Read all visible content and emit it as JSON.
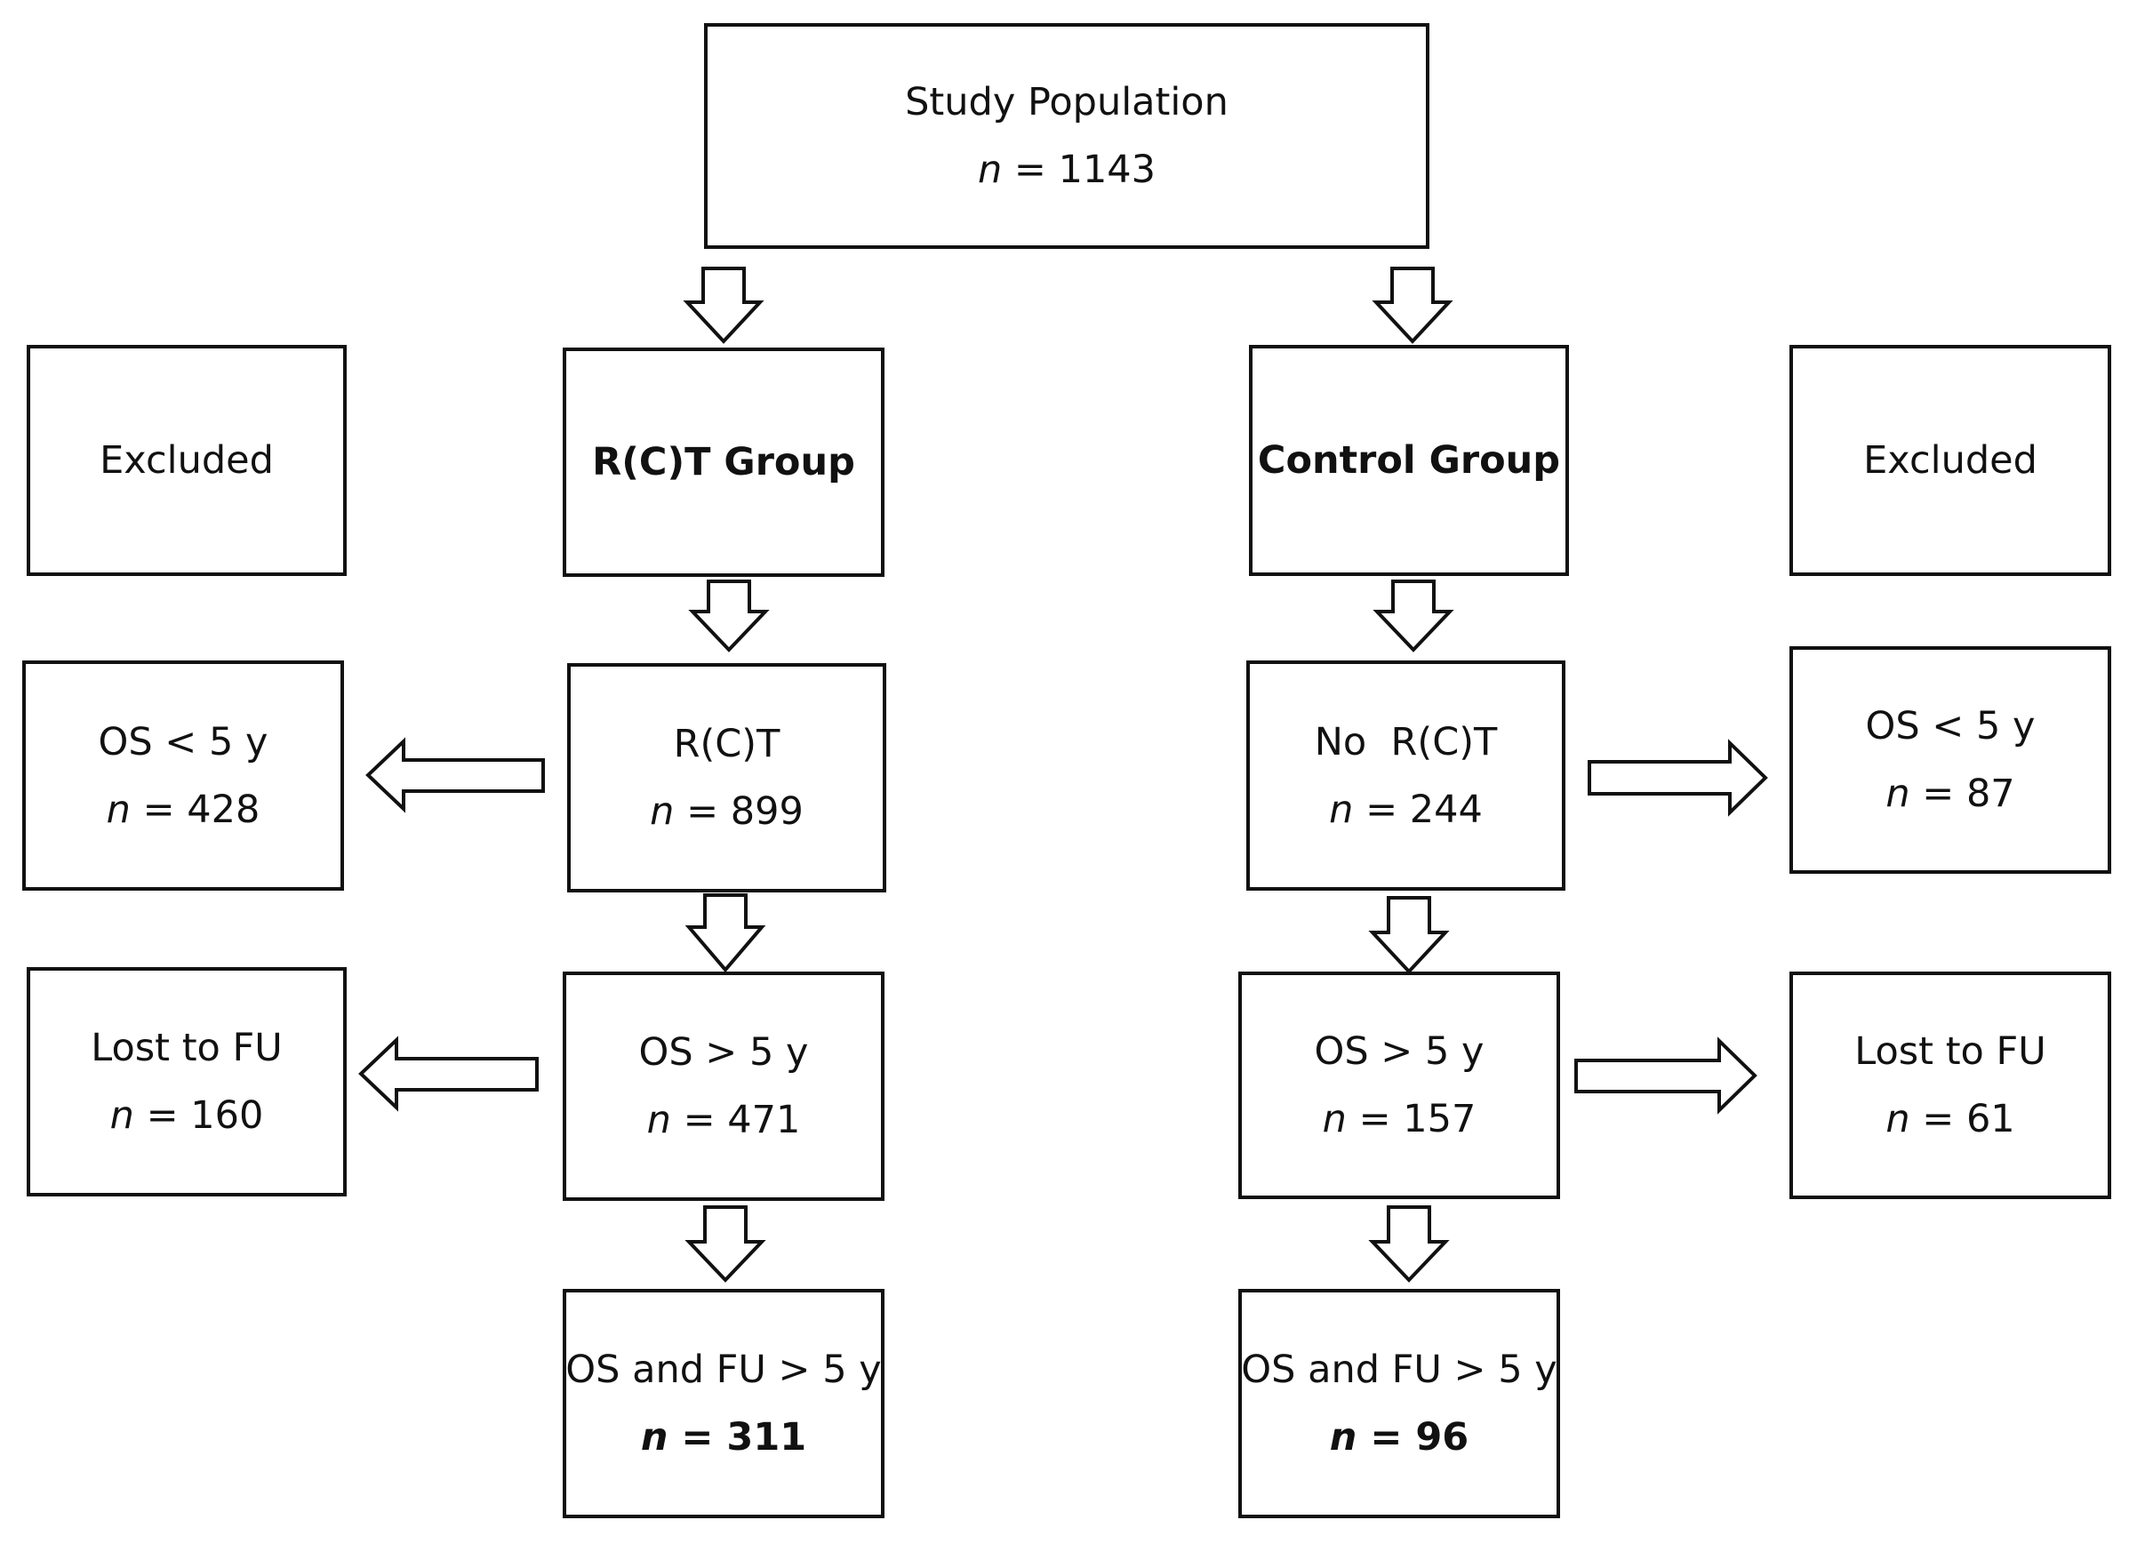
{
  "diagram": {
    "study_population": {
      "title": "Study Population",
      "n_var": "n",
      "n_text": " = 1143"
    },
    "rct_group": {
      "title": "R(C)T Group"
    },
    "control_group": {
      "title": "Control Group"
    },
    "excluded_left": {
      "title": "Excluded"
    },
    "excluded_right": {
      "title": "Excluded"
    },
    "rct": {
      "title": "R(C)T",
      "n_var": "n",
      "n_text": " = 899"
    },
    "no_rct": {
      "title": "No  R(C)T",
      "n_var": "n",
      "n_text": " = 244"
    },
    "rct_os_lt5": {
      "title": "OS < 5 y",
      "n_var": "n",
      "n_text": " = 428"
    },
    "ctrl_os_lt5": {
      "title": "OS < 5 y",
      "n_var": "n",
      "n_text": " = 87"
    },
    "rct_os_gt5": {
      "title": "OS > 5 y",
      "n_var": "n",
      "n_text": " = 471"
    },
    "ctrl_os_gt5": {
      "title": "OS > 5 y",
      "n_var": "n",
      "n_text": " = 157"
    },
    "rct_lost": {
      "title": "Lost to FU",
      "n_var": "n",
      "n_text": " = 160"
    },
    "ctrl_lost": {
      "title": "Lost to FU",
      "n_var": "n",
      "n_text": " = 61"
    },
    "rct_final": {
      "title": "OS and FU > 5 y",
      "n_var": "n",
      "n_text": " = 311"
    },
    "ctrl_final": {
      "title": "OS and FU > 5 y",
      "n_var": "n",
      "n_text": " = 96"
    }
  },
  "colors": {
    "line": "#111111",
    "fill": "#ffffff",
    "background": "#ffffff"
  },
  "icons": {
    "arrow_down": "hollow-down-arrow",
    "arrow_left": "hollow-left-arrow",
    "arrow_right": "hollow-right-arrow"
  }
}
